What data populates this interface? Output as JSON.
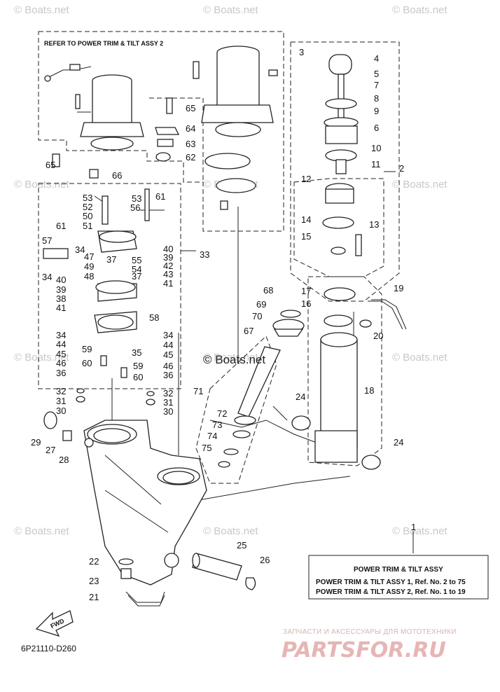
{
  "watermarks": [
    "© Boats.net",
    "© Boats.net",
    "© Boats.net",
    "© Boats.net",
    "© Boats.net",
    "© Boats.net",
    "© Boats.net",
    "© Boats.net",
    "© Boats.net",
    "© Boats.net",
    "© Boats.net",
    "© Boats.net"
  ],
  "center_watermark": "© Boats.net",
  "refer_note": "REFER TO POWER TRIM & TILT ASSY 2",
  "legend": {
    "title": "POWER TRIM  & TILT ASSY",
    "line1": "POWER TRIM & TILT ASSY 1,  Ref. No. 2 to 75",
    "line2": "POWER TRIM & TILT ASSY 2,  Ref. No. 1 to 19"
  },
  "diagram_code": "6P21110-D260",
  "fwd_label": "FWD",
  "shop_text": "ЗАПЧАСТИ И АКСЕССУАРЫ ДЛЯ МОТОТЕХНИКИ",
  "shop_brand": "PARTSFOR.RU",
  "callouts": [
    "3",
    "4",
    "5",
    "7",
    "8",
    "9",
    "6",
    "10",
    "11",
    "2",
    "12",
    "13",
    "14",
    "15",
    "17",
    "16",
    "19",
    "20",
    "18",
    "24",
    "24",
    "65",
    "64",
    "63",
    "62",
    "65",
    "66",
    "53",
    "52",
    "50",
    "51",
    "61",
    "56",
    "53",
    "61",
    "57",
    "34",
    "47",
    "49",
    "48",
    "55",
    "54",
    "37",
    "40",
    "39",
    "42",
    "43",
    "41",
    "33",
    "34",
    "40",
    "39",
    "38",
    "41",
    "37",
    "58",
    "34",
    "44",
    "59",
    "45",
    "46",
    "60",
    "36",
    "34",
    "44",
    "35",
    "45",
    "59",
    "46",
    "60",
    "36",
    "32",
    "31",
    "30",
    "32",
    "31",
    "30",
    "29",
    "27",
    "28",
    "68",
    "69",
    "70",
    "67",
    "71",
    "72",
    "73",
    "74",
    "75",
    "25",
    "26",
    "22",
    "23",
    "21",
    "1"
  ]
}
